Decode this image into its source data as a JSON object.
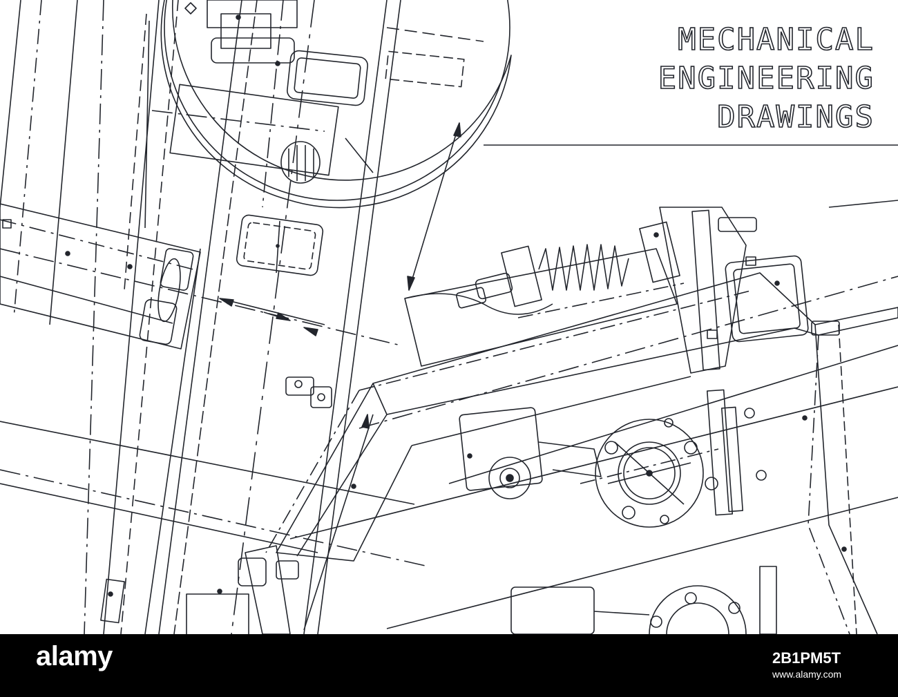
{
  "title": {
    "lines": [
      "MECHANICAL",
      "ENGINEERING",
      "DRAWINGS"
    ]
  },
  "footer": {
    "brand": "alamy",
    "image_id": "2B1PM5T",
    "site": "www.alamy.com"
  },
  "colors": {
    "ink": "#22252c",
    "paper": "#ffffff",
    "footer": "#000000",
    "footer_text": "#ffffff"
  },
  "icons": [
    "alamy-logo",
    "spring-icon",
    "flange-icon",
    "bolt-icon"
  ]
}
